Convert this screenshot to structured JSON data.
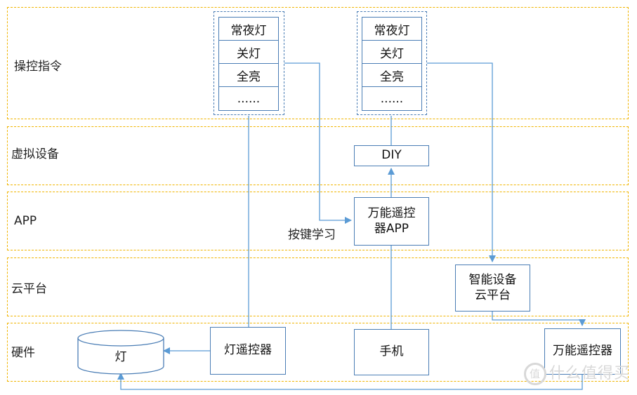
{
  "layers": [
    {
      "label": "操控指令"
    },
    {
      "label": "虚拟设备"
    },
    {
      "label": "APP"
    },
    {
      "label": "云平台"
    },
    {
      "label": "硬件"
    }
  ],
  "command_groups": [
    {
      "items": [
        "常夜灯",
        "关灯",
        "全亮",
        "......"
      ]
    },
    {
      "items": [
        "常夜灯",
        "关灯",
        "全亮",
        "......"
      ]
    }
  ],
  "nodes": {
    "diy": "DIY",
    "universal_remote_app": "万能遥控器APP",
    "smart_cloud": "智能设备云平台",
    "lamp": "灯",
    "lamp_remote": "灯遥控器",
    "phone": "手机",
    "universal_remote": "万能遥控器"
  },
  "edge_labels": {
    "key_learning": "按键学习"
  },
  "watermark": {
    "icon_char": "值",
    "text": "什么值得买"
  },
  "colors": {
    "layer_border": "#f0b400",
    "node_border": "#4a7db5",
    "connector": "#5b9bd5"
  }
}
